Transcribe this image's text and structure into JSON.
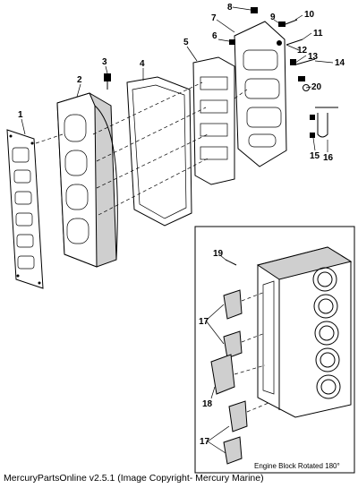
{
  "diagram": {
    "callouts": [
      "1",
      "2",
      "3",
      "4",
      "5",
      "6",
      "7",
      "8",
      "9",
      "10",
      "11",
      "12",
      "13",
      "14",
      "15",
      "16",
      "17",
      "18",
      "19",
      "20"
    ],
    "inset_caption": "Engine Block Rotated 180°"
  },
  "footer": {
    "text": "MercuryPartsOnline v2.5.1 (Image Copyright- Mercury Marine)"
  }
}
